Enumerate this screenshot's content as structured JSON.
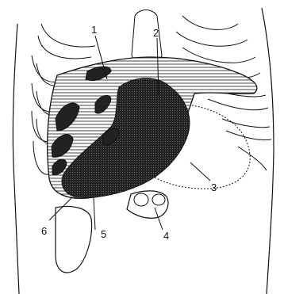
{
  "labels": [
    {
      "id": "1",
      "text": "1"
    },
    {
      "id": "2",
      "text": "2"
    },
    {
      "id": "3",
      "text": "3"
    },
    {
      "id": "4",
      "text": "4"
    },
    {
      "id": "5",
      "text": "5"
    },
    {
      "id": "6",
      "text": "6"
    }
  ],
  "colors": {
    "ink": "#111111",
    "dark_fill": "#2b2b2b",
    "hatch": "#777777",
    "paper": "#ffffff"
  }
}
